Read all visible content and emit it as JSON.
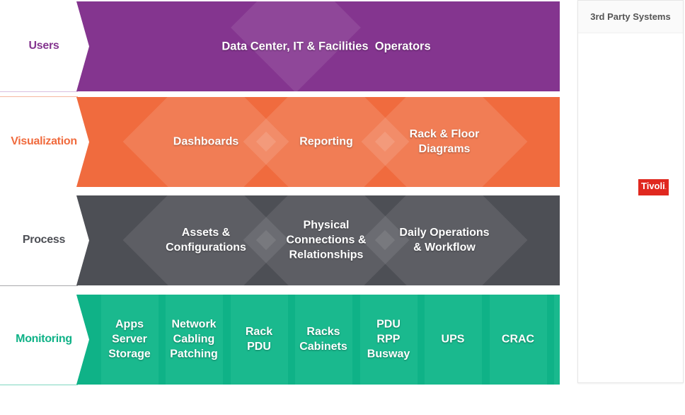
{
  "colors": {
    "users": "#84358f",
    "visualization": "#f06b3e",
    "process": "#4d4f55",
    "monitoring": "#0fb287",
    "tivoli": "#e0281f"
  },
  "rows": {
    "users": {
      "label": "Users",
      "items": [
        "Data Center, IT & Facilities  Operators"
      ]
    },
    "visualization": {
      "label": "Visualization",
      "items": [
        "Dashboards",
        "Reporting",
        "Rack & Floor\nDiagrams"
      ]
    },
    "process": {
      "label": "Process",
      "items": [
        "Assets &\nConfigurations",
        "Physical\nConnections &\nRelationships",
        "Daily Operations\n& Workflow"
      ]
    },
    "monitoring": {
      "label": "Monitoring",
      "items": [
        "Apps\nServer\nStorage",
        "Network\nCabling\nPatching",
        "Rack\nPDU",
        "Racks\nCabinets",
        "PDU\nRPP\nBusway",
        "UPS",
        "CRAC"
      ]
    }
  },
  "side_panel": {
    "title": "3rd Party Systems",
    "logo": {
      "icon": "tivoli-logo-icon",
      "text": "Tivoli",
      "mark": "."
    }
  }
}
